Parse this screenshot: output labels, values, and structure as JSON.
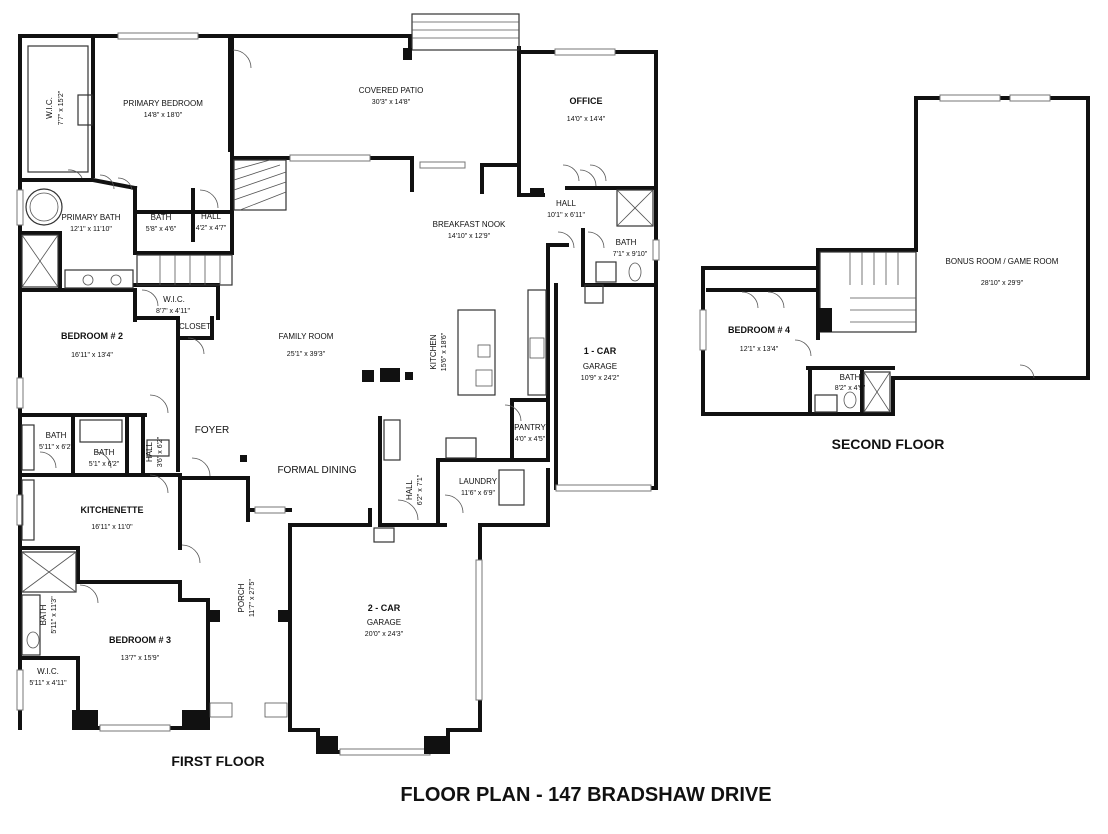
{
  "title": "FLOOR PLAN - 147 BRADSHAW DRIVE",
  "floors": [
    {
      "label": "FIRST FLOOR"
    },
    {
      "label": "SECOND FLOOR"
    }
  ],
  "rooms": {
    "wic_primary": {
      "name": "W.I.C.",
      "dims": "7'7\" x 15'2\""
    },
    "primary_bed": {
      "name": "PRIMARY BEDROOM",
      "dims": "14'8\" x 18'0\""
    },
    "covered_patio": {
      "name": "COVERED PATIO",
      "dims": "30'3\" x 14'8\""
    },
    "office": {
      "name": "OFFICE",
      "dims": "14'0\" x 14'4\""
    },
    "primary_bath": {
      "name": "PRIMARY BATH",
      "dims": "12'1\" x 11'10\""
    },
    "bath_small": {
      "name": "BATH",
      "dims": "5'8\" x 4'6\""
    },
    "hall_small": {
      "name": "HALL",
      "dims": "4'2\" x 4'7\""
    },
    "hall_office": {
      "name": "HALL",
      "dims": "10'1\" x 6'11\""
    },
    "breakfast": {
      "name": "BREAKFAST NOOK",
      "dims": "14'10\" x 12'9\""
    },
    "bath_office": {
      "name": "BATH",
      "dims": "7'1\" x 9'10\""
    },
    "wic_bed2": {
      "name": "W.I.C.",
      "dims": "8'7\" x 4'11\""
    },
    "closet": {
      "name": "CLOSET"
    },
    "bedroom2": {
      "name": "BEDROOM # 2",
      "dims": "16'11\" x 13'4\""
    },
    "family": {
      "name": "FAMILY ROOM",
      "dims": "25'1\" x 39'3\""
    },
    "kitchen": {
      "name": "KITCHEN",
      "dims": "15'6\" x 18'6\""
    },
    "garage1": {
      "name": "1 - CAR",
      "sub": "GARAGE",
      "dims": "10'9\" x 24'2\""
    },
    "bath_a": {
      "name": "BATH",
      "dims": "5'11\" x 6'2\""
    },
    "bath_b": {
      "name": "BATH",
      "dims": "5'1\" x 6'2\""
    },
    "hall_foyer": {
      "name": "HALL",
      "dims": "3'6\" x 6'2\""
    },
    "foyer": {
      "name": "FOYER"
    },
    "pantry": {
      "name": "PANTRY",
      "dims": "4'0\" x 4'5\""
    },
    "formal_dining": {
      "name": "FORMAL DINING"
    },
    "laundry": {
      "name": "LAUNDRY",
      "dims": "11'6\" x 6'9\""
    },
    "hall_laundry": {
      "name": "HALL",
      "dims": "6'2\" x 7'1\""
    },
    "kitchenette": {
      "name": "KITCHENETTE",
      "dims": "16'11\" x 11'0\""
    },
    "garage2": {
      "name": "2 - CAR",
      "sub": "GARAGE",
      "dims": "20'0\" x 24'3\""
    },
    "porch": {
      "name": "PORCH",
      "dims": "11'7\" x 27'5\""
    },
    "bath_bed3": {
      "name": "BATH",
      "dims": "5'11\" x 11'3\""
    },
    "bedroom3": {
      "name": "BEDROOM # 3",
      "dims": "13'7\" x 15'9\""
    },
    "wic_bed3": {
      "name": "W.I.C.",
      "dims": "5'11\" x 4'11\""
    },
    "bonus": {
      "name": "BONUS ROOM / GAME ROOM",
      "dims": "28'10\" x 29'9\""
    },
    "bedroom4": {
      "name": "BEDROOM # 4",
      "dims": "12'1\" x 13'4\""
    },
    "bath_up": {
      "name": "BATH",
      "dims": "8'2\" x 4'9\""
    }
  }
}
